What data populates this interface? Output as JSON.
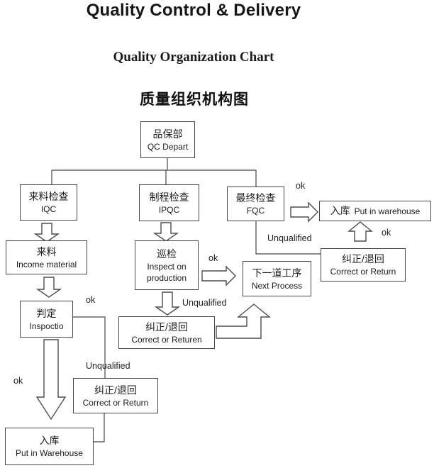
{
  "titles": {
    "main": "Quality Control & Delivery",
    "sub_en": "Quality Organization Chart",
    "sub_zh": "质量组织机构图"
  },
  "boxes": {
    "qc_depart": {
      "zh": "品保部",
      "en": "QC Depart"
    },
    "iqc": {
      "zh": "来料检查",
      "en": "IQC"
    },
    "ipqc": {
      "zh": "制程检查",
      "en": "IPQC"
    },
    "fqc": {
      "zh": "最终检查",
      "en": "FQC"
    },
    "warehouse_right": {
      "zh": "入库",
      "en": "Put in warehouse"
    },
    "income_material": {
      "zh": "来料",
      "en": "Income material"
    },
    "inspect_production": {
      "zh": "巡检",
      "en1": "Inspect on",
      "en2": "production"
    },
    "next_process": {
      "zh": "下一道工序",
      "en": "Next Process"
    },
    "correct_return_right": {
      "zh": "纠正/退回",
      "en": "Correct or Return"
    },
    "judge": {
      "zh": "判定",
      "en": "Inspoctio"
    },
    "correct_return_mid": {
      "zh": "纠正/退回",
      "en": "Correct or Returen"
    },
    "correct_return_left": {
      "zh": "纠正/退回",
      "en": "Correct or Return"
    },
    "warehouse_left": {
      "zh": "入库",
      "en": "Put in Warehouse"
    }
  },
  "labels": {
    "ok_fqc_to_warehouse": "ok",
    "unqualified_fqc": "Unqualified",
    "ok_return_to_warehouse": "ok",
    "ok_inspect_to_next": "ok",
    "unqualified_inspect": "Unqualified",
    "ok_judge": "ok",
    "unqualified_judge": "Unqualified",
    "ok_judge_to_warehouse": "ok"
  },
  "colors": {
    "line": "#474747",
    "text": "#1c1c1c",
    "background": "#ffffff"
  }
}
